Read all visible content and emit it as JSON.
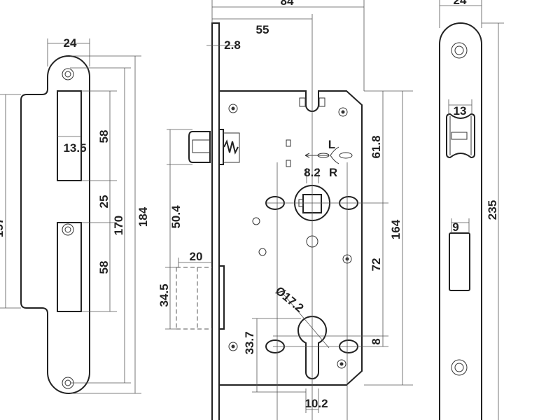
{
  "title": "Mortise lock technical drawing",
  "strike_plate": {
    "width": "24",
    "window_width": "13.5",
    "window_top": "58",
    "gap": "25",
    "window_bottom": "58",
    "hole_spacing": "170",
    "height": "184",
    "lip_height": "157"
  },
  "lock_body": {
    "total_depth": "84",
    "backset": "55",
    "faceplate_thickness": "2.8",
    "latch_to_spindle": "50.4",
    "bolt_projection": "20",
    "bolt_height": "34.5",
    "spindle_square": "8.2",
    "hand_left": "L",
    "hand_right": "R",
    "top_to_spindle": "61.8",
    "spindle_to_cylinder": "72",
    "cylinder_offset": "8",
    "case_height": "164",
    "cylinder_diameter": "Ø17.2",
    "cylinder_height": "33.7",
    "cylinder_width": "10.2"
  },
  "faceplate": {
    "width": "24",
    "latch_width": "13",
    "bolt_width": "9",
    "height": "235"
  },
  "colors": {
    "line": "#222222",
    "background": "#ffffff"
  }
}
